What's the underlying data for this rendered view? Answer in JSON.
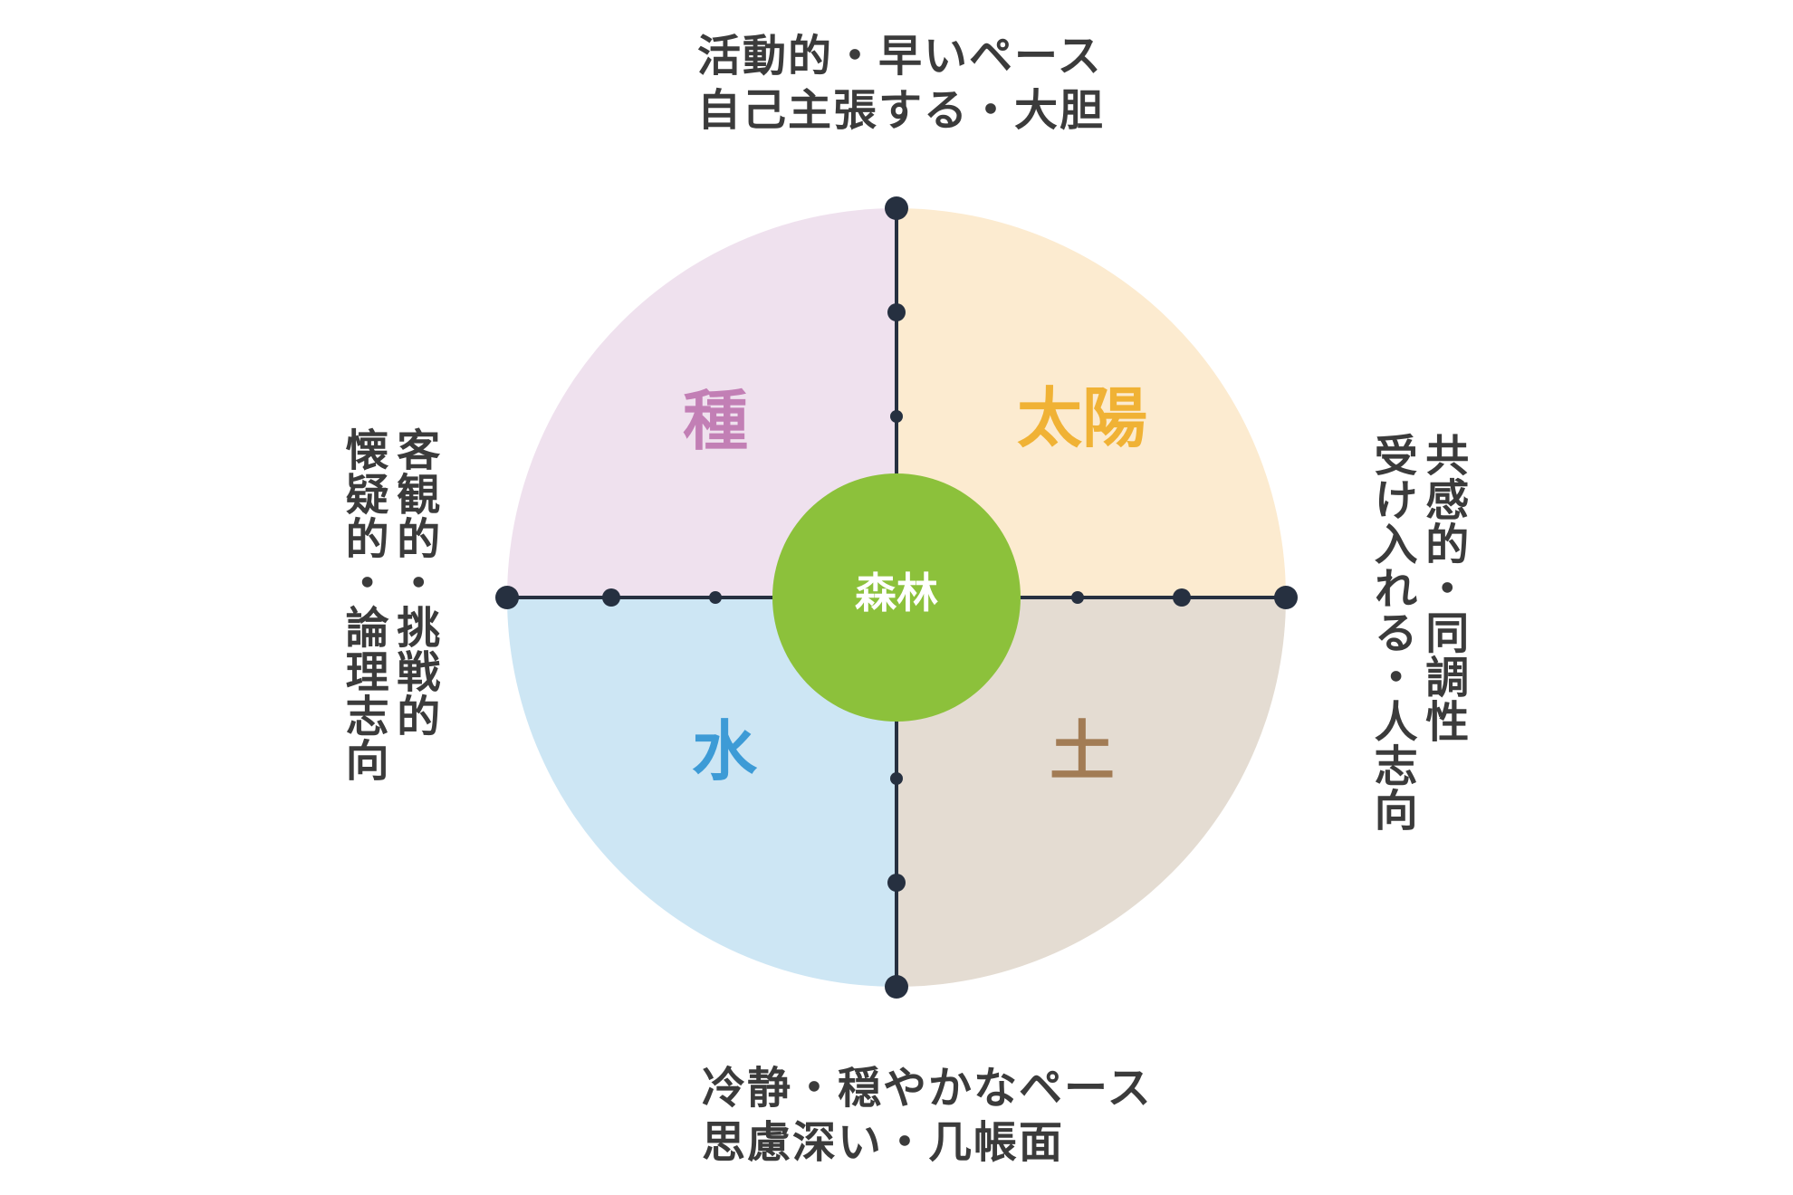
{
  "labels": {
    "top": [
      "活動的・早いペース",
      "自己主張する・大胆"
    ],
    "bottom": [
      "冷静・穏やかなペース",
      "思慮深い・几帳面"
    ],
    "left": [
      "客観的・挑戦的",
      "懐疑的・論理志向"
    ],
    "right": [
      "共感的・同調性",
      "受け入れる・人志向"
    ]
  },
  "quadrants": {
    "top_left": {
      "label": "種",
      "fill": "#efe1ee",
      "text_color": "#c27fb5"
    },
    "top_right": {
      "label": "太陽",
      "fill": "#fcebd0",
      "text_color": "#f0b235"
    },
    "bottom_left": {
      "label": "水",
      "fill": "#cde6f4",
      "text_color": "#3d9bd6"
    },
    "bottom_right": {
      "label": "土",
      "fill": "#e4dcd2",
      "text_color": "#a27c55"
    }
  },
  "center": {
    "label": "森林",
    "fill": "#8cc13b",
    "text_color": "#ffffff"
  },
  "axis_color": "#263040"
}
